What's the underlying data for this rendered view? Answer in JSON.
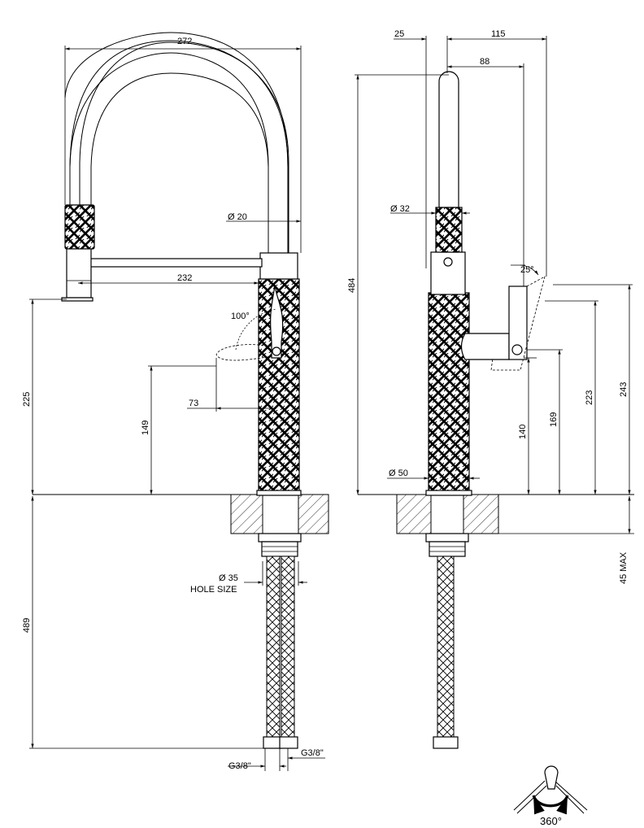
{
  "front_view": {
    "dims": {
      "width_total": "272",
      "spout_dia": "Ø 20",
      "spout_reach": "232",
      "lever_angle": "100°",
      "lever_reach": "73",
      "spray_height": "225",
      "lever_height": "149",
      "hole_dia": "Ø 35",
      "hole_label": "HOLE SIZE",
      "hose_length": "489",
      "conn_left": "G3/8\"",
      "conn_right": "G3/8\""
    }
  },
  "side_view": {
    "dims": {
      "offset_back": "25",
      "offset_total": "115",
      "offset_lever": "88",
      "total_height": "484",
      "spout_dia": "Ø 32",
      "body_dia": "Ø 50",
      "lever_tilt": "25°",
      "h_140": "140",
      "h_169": "169",
      "h_223": "223",
      "h_243": "243",
      "deck_max": "45 MAX"
    }
  },
  "rotation": {
    "label": "360°"
  }
}
